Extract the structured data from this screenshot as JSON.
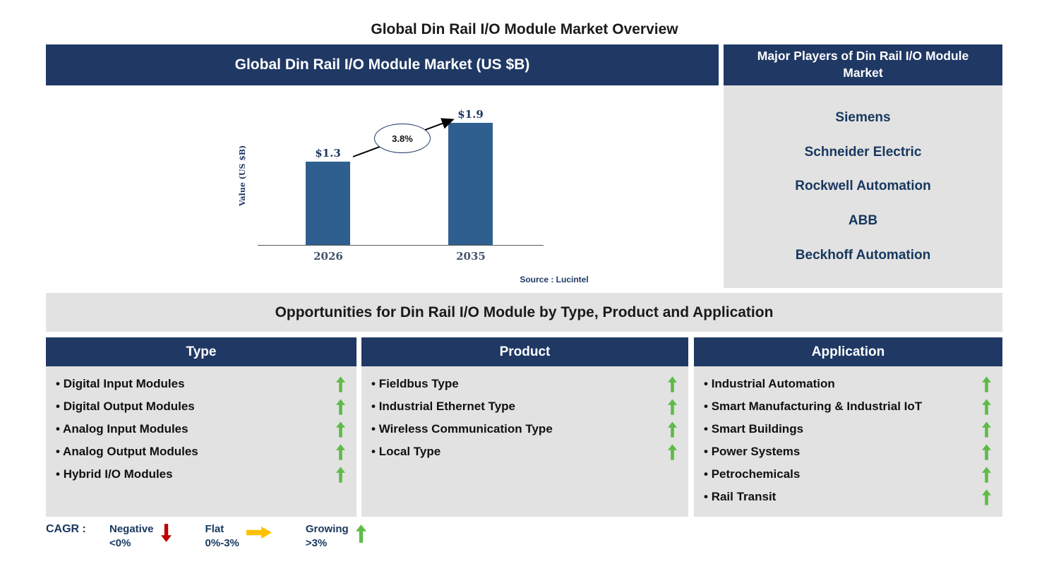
{
  "page": {
    "title": "Global Din Rail I/O Module Market Overview"
  },
  "chart_panel": {
    "header": "Global Din Rail I/O Module Market (US $B)",
    "source": "Source : Lucintel"
  },
  "chart_data": {
    "type": "bar",
    "title": "Global Din Rail I/O Module Market (US $B)",
    "categories": [
      "2026",
      "2035"
    ],
    "values": [
      1.3,
      1.9
    ],
    "data_labels": [
      "$1.3",
      "$1.9"
    ],
    "ylabel": "Value (US $B)",
    "xlabel": "",
    "ylim": [
      0,
      2.2
    ],
    "grid": false,
    "legend_position": "none",
    "annotation": "3.8%",
    "bar_color": "#2F5F8F"
  },
  "major_players": {
    "header": "Major Players of Din Rail I/O Module Market",
    "items": [
      "Siemens",
      "Schneider Electric",
      "Rockwell Automation",
      "ABB",
      "Beckhoff Automation"
    ]
  },
  "opportunities": {
    "header": "Opportunities for Din Rail I/O Module by Type, Product and Application",
    "columns": [
      {
        "header": "Type",
        "trend": "growing",
        "items": [
          "Digital Input Modules",
          "Digital Output Modules",
          "Analog Input Modules",
          "Analog Output Modules",
          "Hybrid I/O Modules"
        ]
      },
      {
        "header": "Product",
        "trend": "growing",
        "items": [
          "Fieldbus Type",
          "Industrial Ethernet Type",
          "Wireless Communication Type",
          "Local Type"
        ]
      },
      {
        "header": "Application",
        "trend": "growing",
        "items": [
          "Industrial Automation",
          "Smart Manufacturing & Industrial IoT",
          "Smart Buildings",
          "Power Systems",
          "Petrochemicals",
          "Rail Transit"
        ]
      }
    ]
  },
  "cagr_legend": {
    "prefix": "CAGR :",
    "entries": [
      {
        "label": "Negative",
        "range": "<0%",
        "direction": "down",
        "color": "#C00000"
      },
      {
        "label": "Flat",
        "range": "0%-3%",
        "direction": "right",
        "color": "#FFC000"
      },
      {
        "label": "Growing",
        "range": ">3%",
        "direction": "up",
        "color": "#5EBB47"
      }
    ]
  },
  "colors": {
    "header_navy": "#1F3864",
    "panel_gray": "#E2E2E2",
    "bar_blue": "#2F5F8F",
    "growth_green": "#5EBB47",
    "negative_red": "#C00000",
    "flat_yellow": "#FFC000"
  }
}
